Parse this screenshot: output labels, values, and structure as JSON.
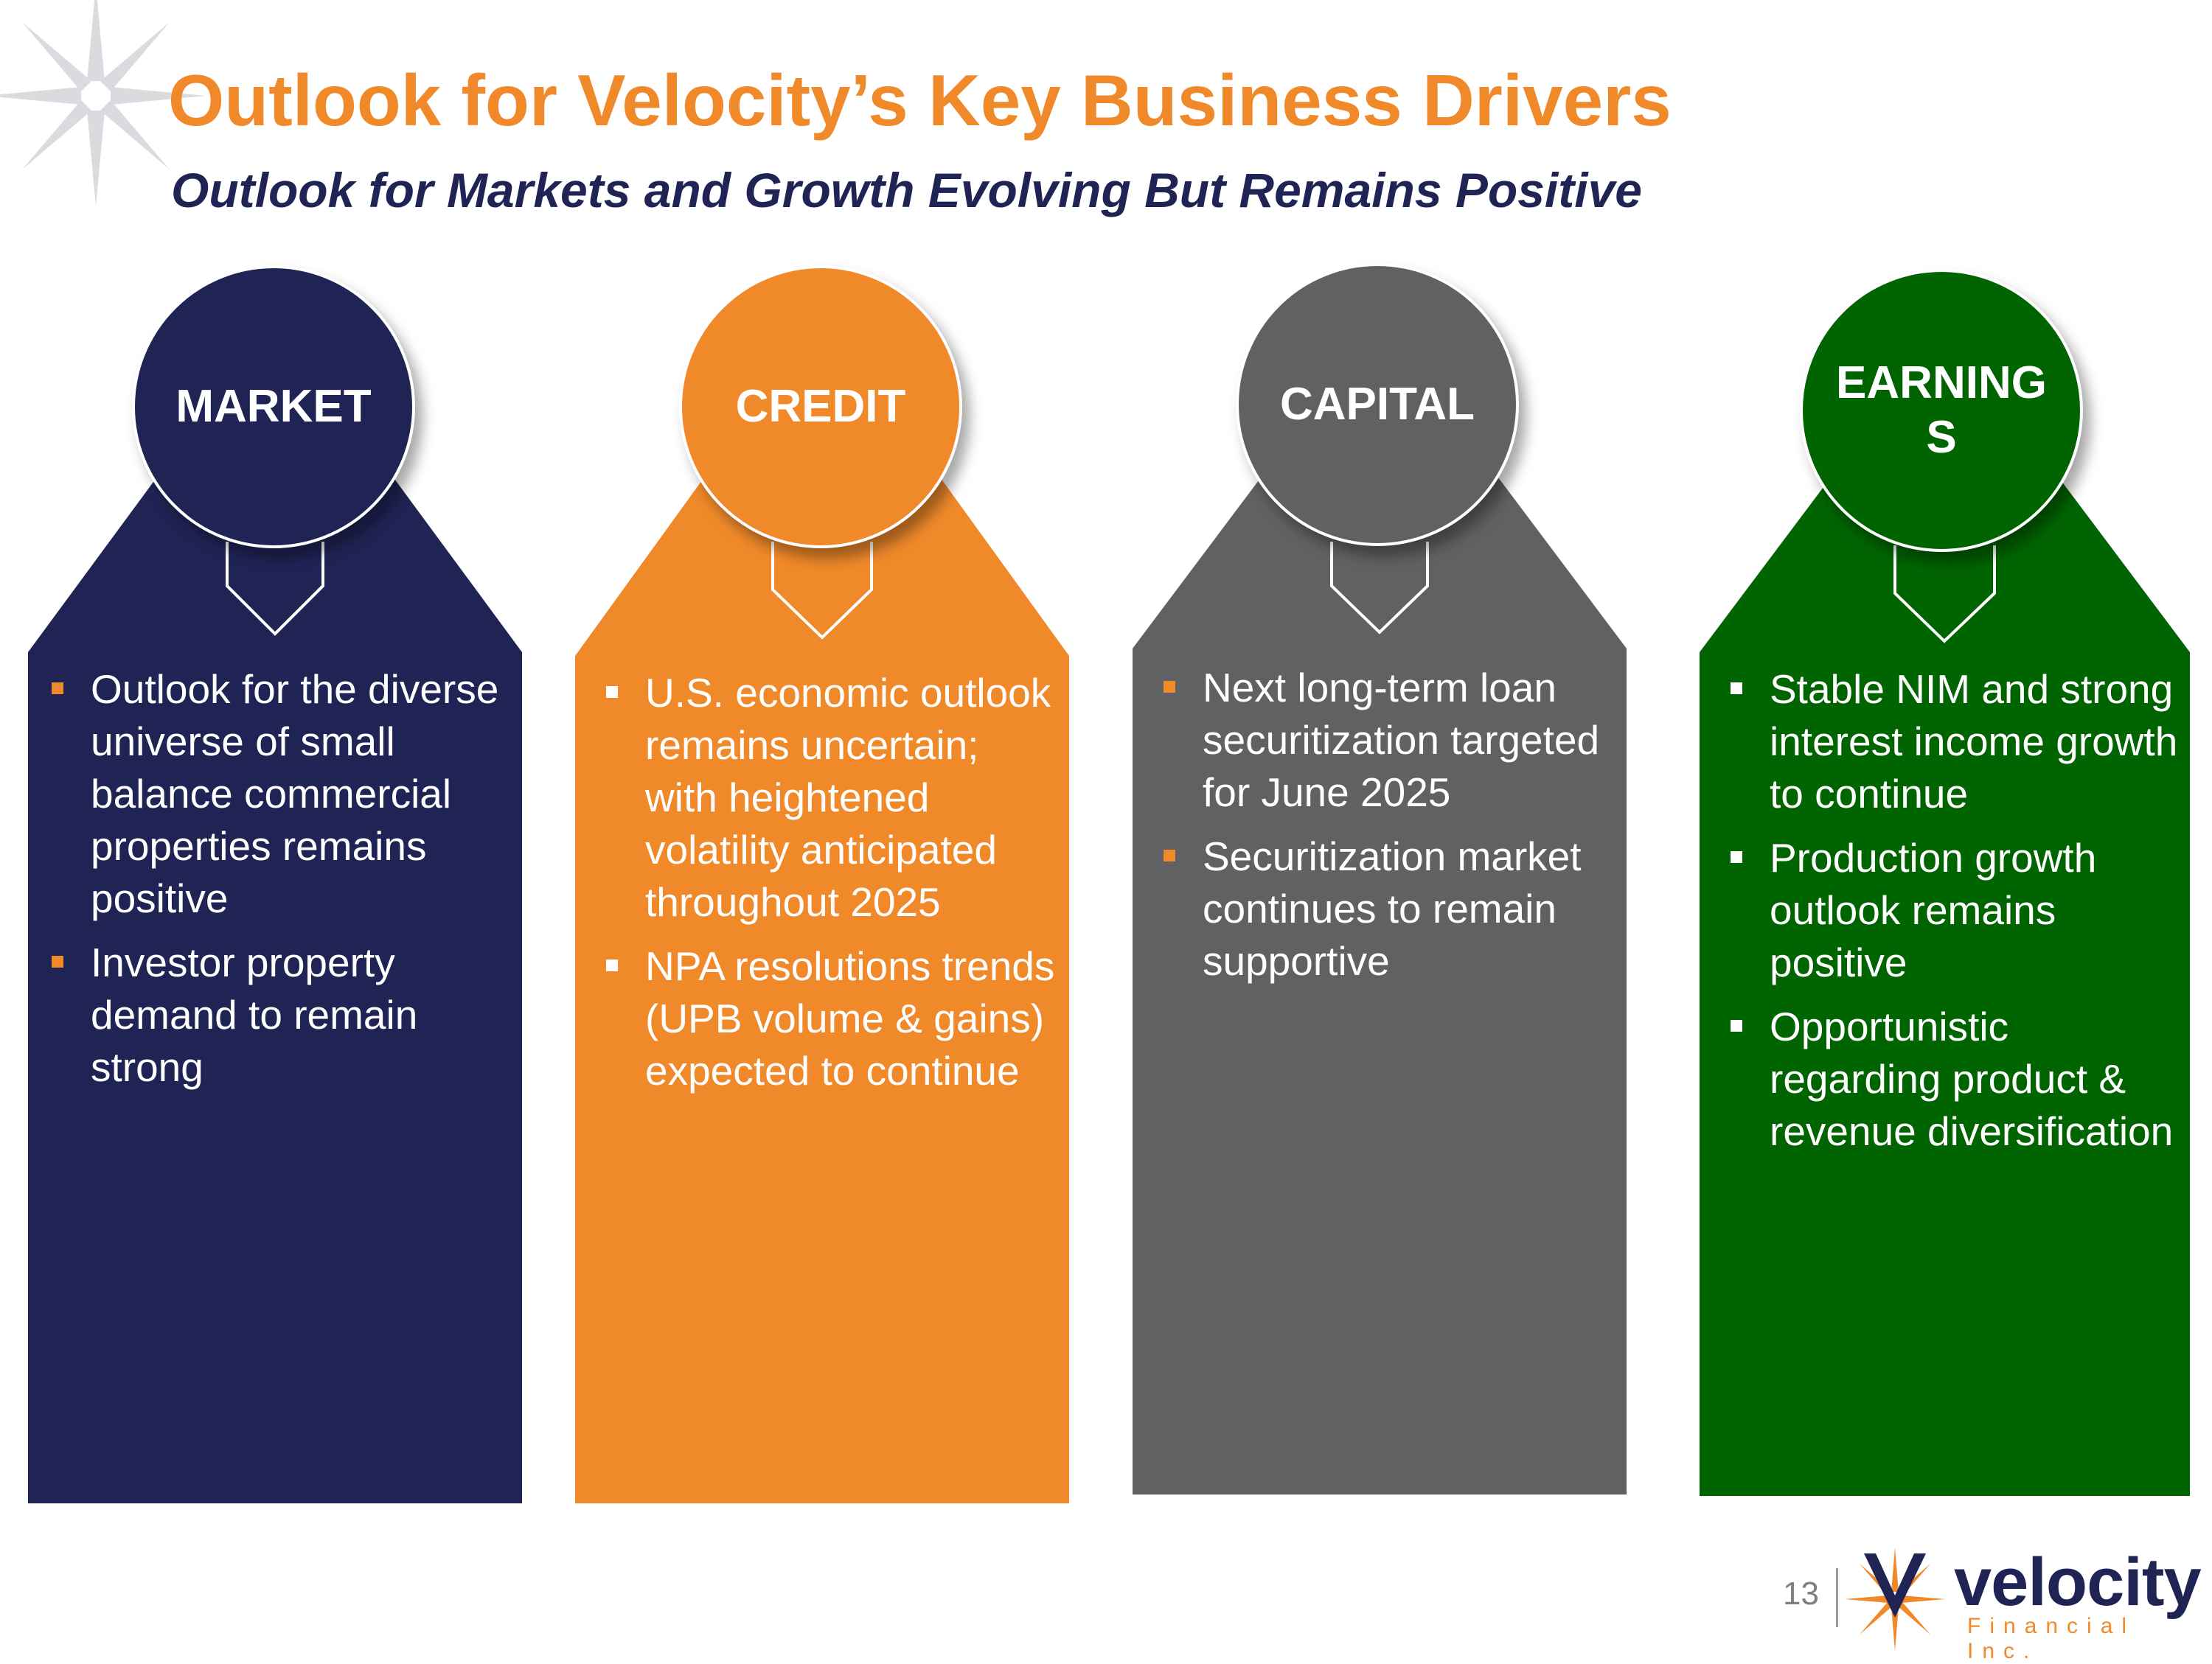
{
  "title": "Outlook for Velocity’s Key Business Drivers",
  "subtitle": "Outlook for Markets and Growth Evolving But Remains Positive",
  "colors": {
    "navy": "#1F2455",
    "orange": "#F0892A",
    "gray": "#606163",
    "green": "#006400",
    "bullet_on_dark": "#F0892A",
    "bullet_on_orange": "#FFFFFF"
  },
  "cards": [
    {
      "label": "MARKET",
      "bullets": [
        "Outlook for the diverse universe of small balance commercial properties remains positive",
        "Investor property demand to remain strong"
      ]
    },
    {
      "label": "CREDIT",
      "bullets": [
        "U.S. economic outlook remains uncertain; with heightened volatility anticipated throughout 2025",
        "NPA resolutions trends (UPB volume & gains) expected to continue"
      ]
    },
    {
      "label": "CAPITAL",
      "bullets": [
        "Next long-term loan securitization targeted for June 2025",
        "Securitization market continues to remain supportive"
      ]
    },
    {
      "label": "EARNINGS",
      "bullets": [
        "Stable NIM and strong interest income growth to continue",
        "Production growth outlook remains positive",
        "Opportunistic regarding product & revenue diversification"
      ]
    }
  ],
  "footer": {
    "page_number": "13",
    "logo_name": "velocity",
    "logo_tagline": "Financial Inc."
  }
}
